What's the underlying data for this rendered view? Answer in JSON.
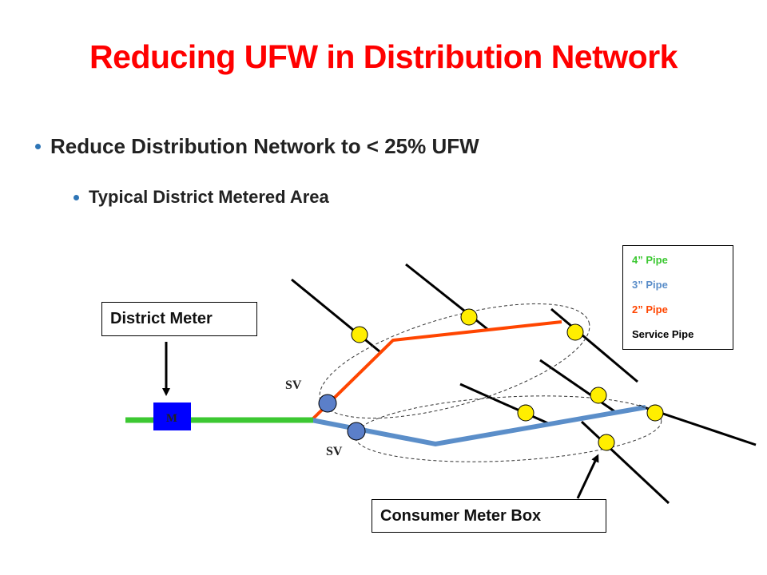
{
  "slide": {
    "title": "Reducing UFW in Distribution Network",
    "bullet_1": "Reduce Distribution Network to < 25% UFW",
    "bullet_2": "Typical District Metered Area"
  },
  "diagram": {
    "district_meter_label": "District Meter",
    "meter_symbol": "M",
    "sv_label_upper": "SV",
    "sv_label_lower": "SV",
    "consumer_meter_label": "Consumer Meter Box"
  },
  "legend": {
    "items": [
      {
        "label": "4” Pipe",
        "color": "#3cc832"
      },
      {
        "label": "3” Pipe",
        "color": "#5b8ec9"
      },
      {
        "label": "2” Pipe",
        "color": "#ff4500"
      },
      {
        "label": "Service Pipe",
        "color": "#000000"
      }
    ]
  },
  "colors": {
    "title": "#ff0000",
    "bullet_dot": "#2e75b6",
    "pipe_4in": "#3cc832",
    "pipe_3in": "#5b8ec9",
    "pipe_2in": "#ff4500",
    "service_pipe": "#000000",
    "consumer_meter": "#ffee00",
    "sluice_valve": "#5b7fc9",
    "district_meter_box": "#0000ff"
  }
}
